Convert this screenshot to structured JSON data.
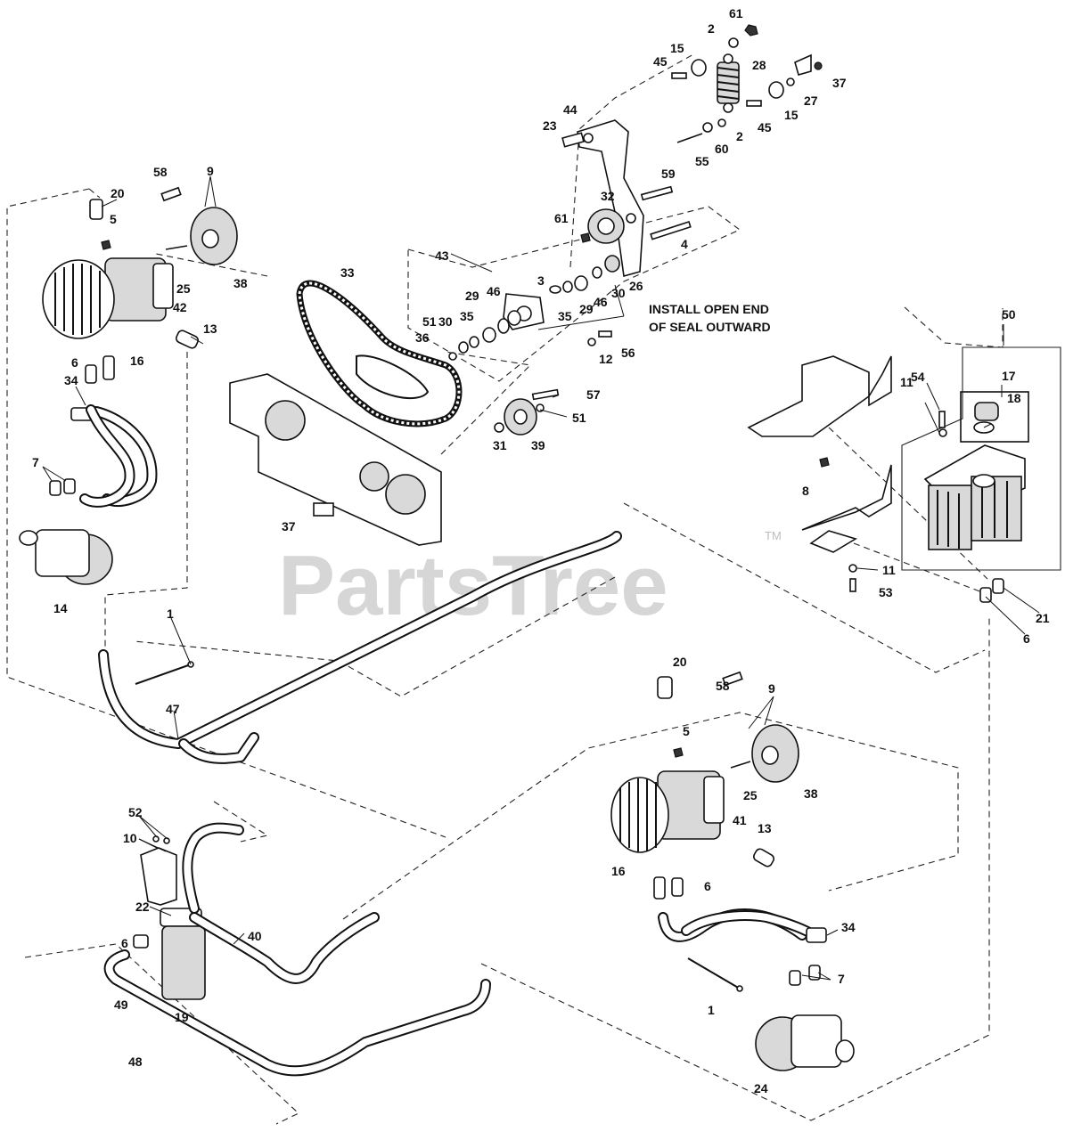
{
  "watermark": {
    "text": "PartsTree",
    "tm": "TM"
  },
  "note": {
    "line1": "INSTALL OPEN END",
    "line2": "OF SEAL OUTWARD"
  },
  "callouts": [
    "61",
    "2",
    "15",
    "45",
    "28",
    "37",
    "27",
    "15",
    "45",
    "2",
    "60",
    "55",
    "44",
    "23",
    "59",
    "32",
    "61",
    "4",
    "43",
    "3",
    "30",
    "26",
    "46",
    "29",
    "35",
    "30",
    "29",
    "46",
    "35",
    "51",
    "36",
    "12",
    "56",
    "33",
    "57",
    "51",
    "39",
    "31",
    "37",
    "58",
    "9",
    "20",
    "5",
    "25",
    "38",
    "42",
    "13",
    "6",
    "16",
    "34",
    "7",
    "14",
    "50",
    "17",
    "18",
    "54",
    "11",
    "8",
    "11",
    "53",
    "21",
    "6",
    "1",
    "47",
    "20",
    "58",
    "9",
    "5",
    "25",
    "38",
    "41",
    "13",
    "16",
    "6",
    "34",
    "7",
    "1",
    "24",
    "52",
    "10",
    "22",
    "6",
    "40",
    "19",
    "49",
    "48"
  ]
}
